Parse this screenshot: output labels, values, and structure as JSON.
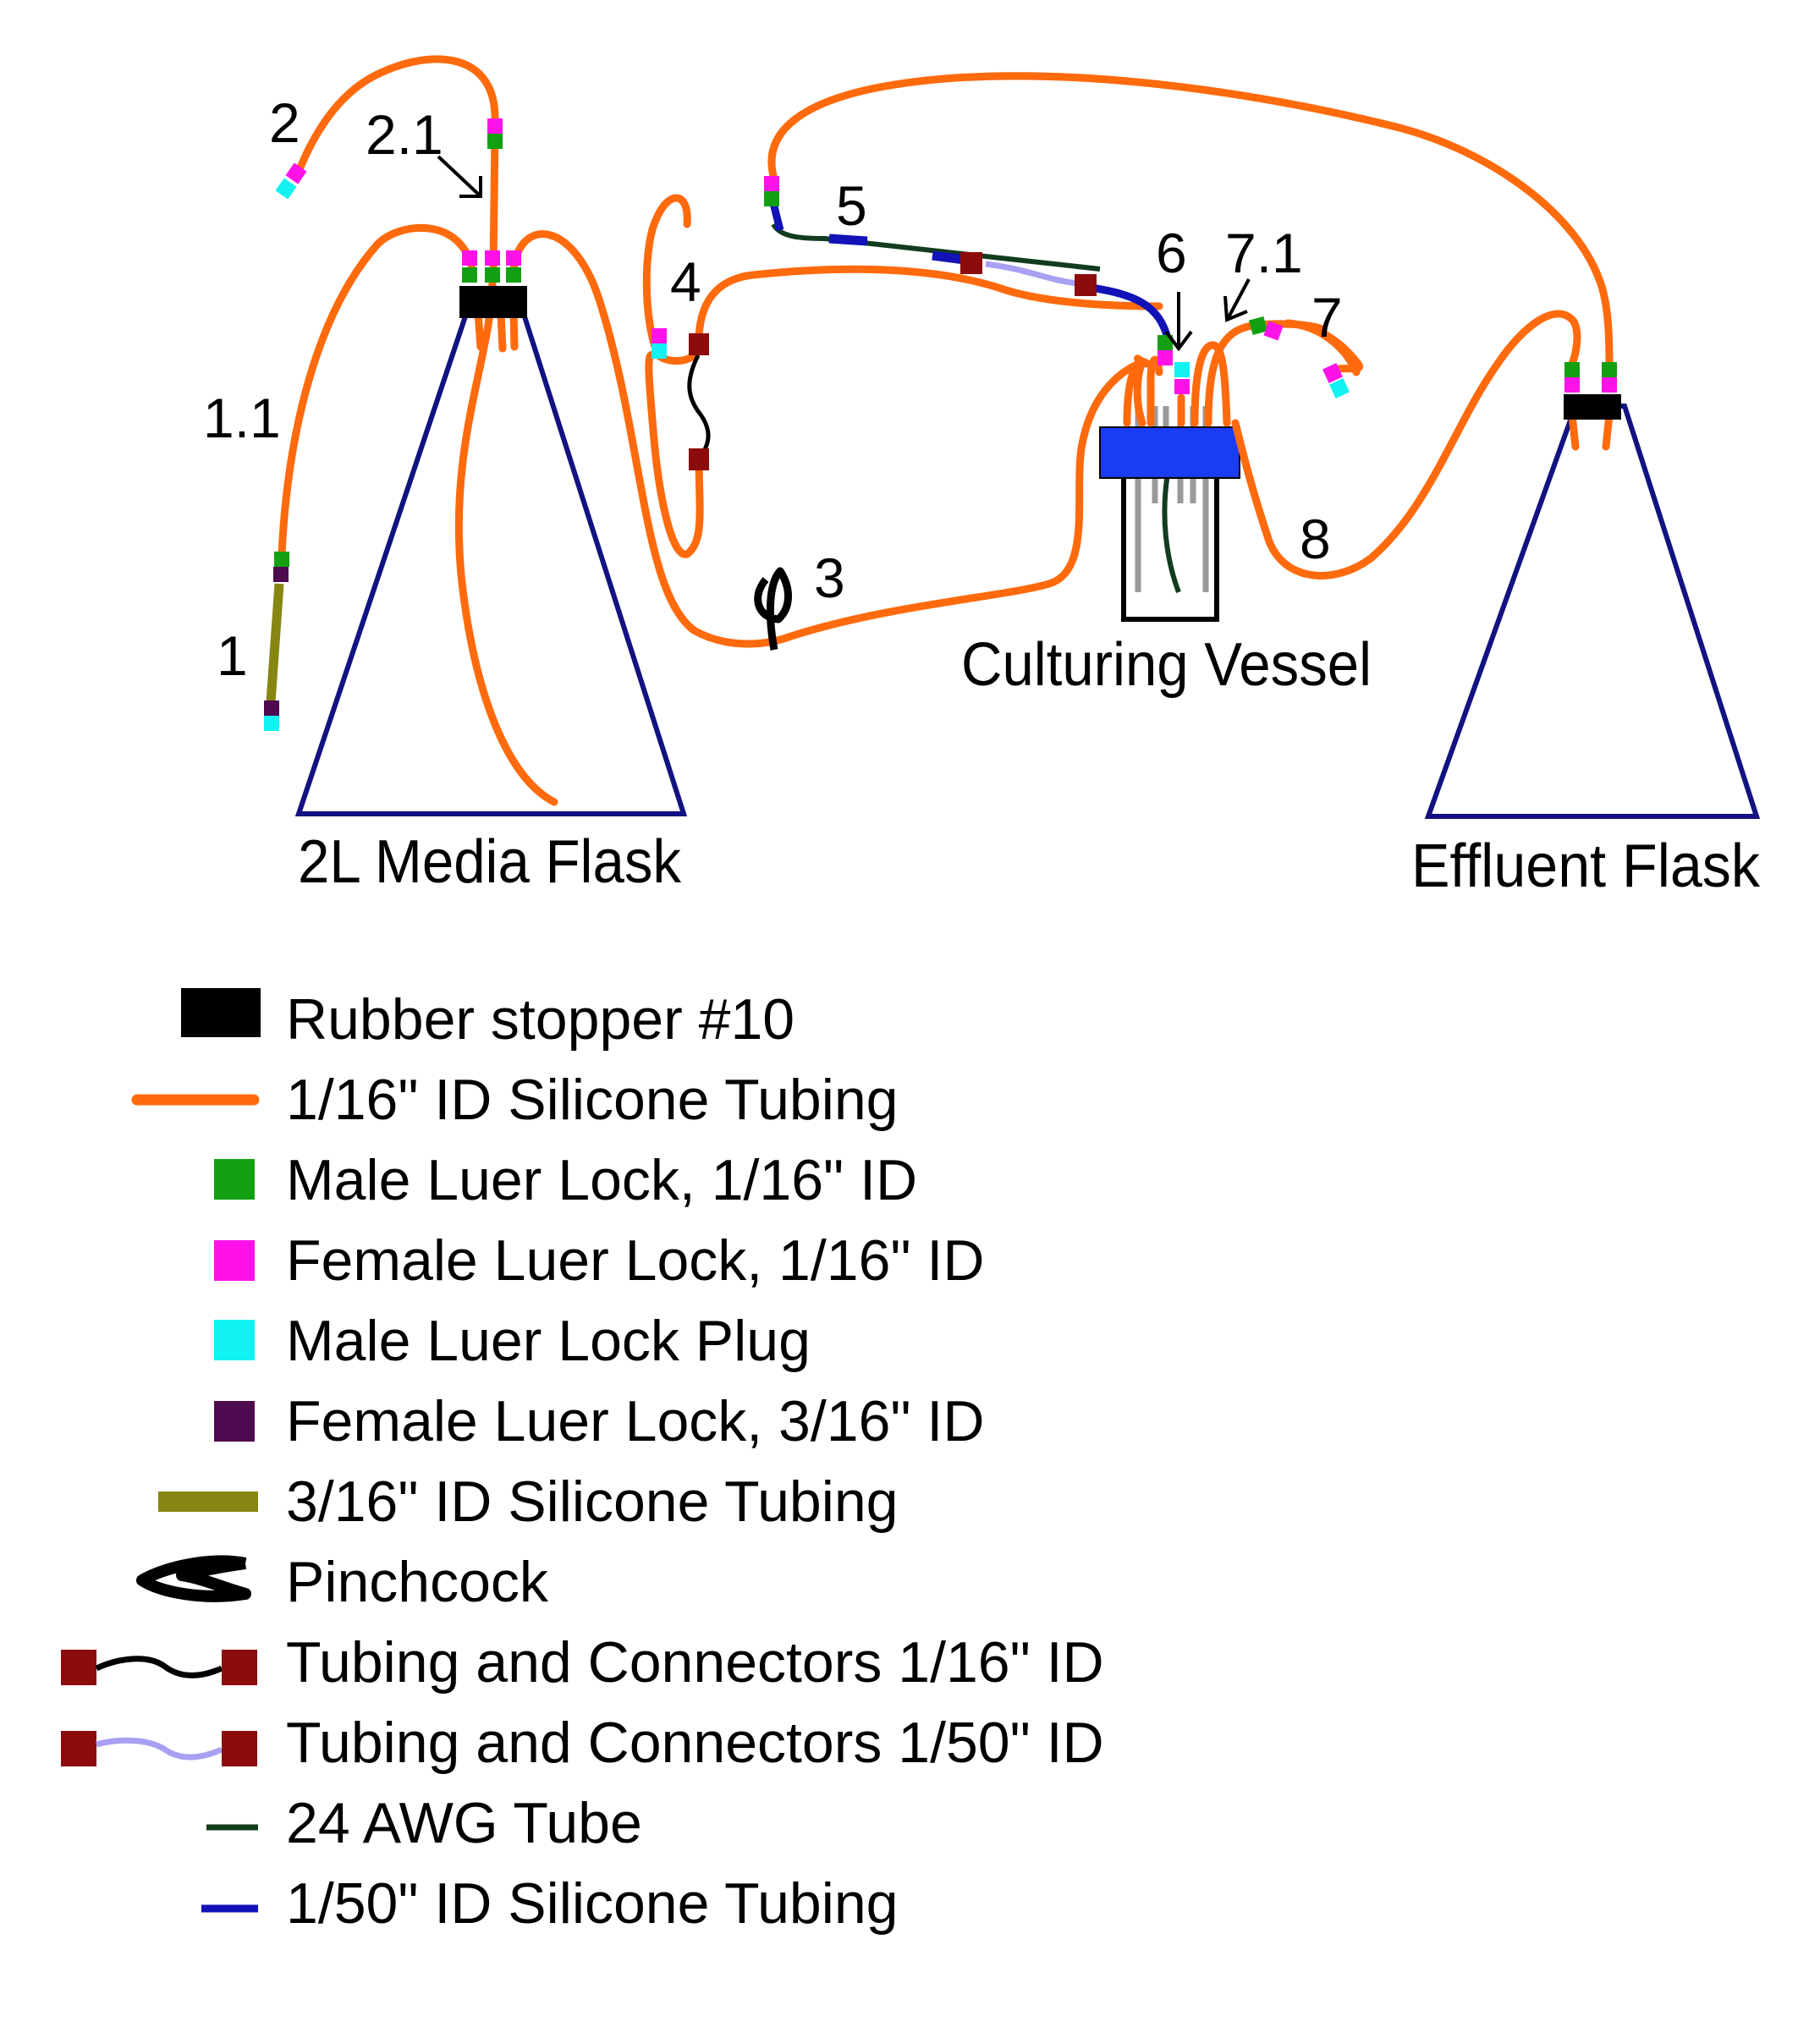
{
  "colors": {
    "orange_tubing": "#ff6a0d",
    "flask_outline": "#121281",
    "male_luer": "#12a012",
    "female_luer": "#ff12e8",
    "male_plug": "#12f2f2",
    "female_luer_316": "#4e0a4e",
    "tubing_316": "#868612",
    "connector": "#8c0c0c",
    "tubing_150_connectors": "#a8a0f2",
    "awg_tube": "#123c1e",
    "tubing_150_silicone": "#1212b8",
    "vessel_cap": "#1a3cf2"
  },
  "labels": {
    "n1": "1",
    "n1_1": "1.1",
    "n2": "2",
    "n2_1": "2.1",
    "n3": "3",
    "n4": "4",
    "n5": "5",
    "n6": "6",
    "n7": "7",
    "n7_1": "7.1",
    "n8": "8",
    "media_flask": "2L Media Flask",
    "culturing_vessel": "Culturing Vessel",
    "effluent_flask": "Effluent Flask"
  },
  "legend": [
    {
      "symbol": "rubber-stopper",
      "label": "Rubber stopper #10"
    },
    {
      "symbol": "tubing-116-silicone",
      "label": "1/16\" ID Silicone Tubing"
    },
    {
      "symbol": "male-luer-lock",
      "label": "Male Luer Lock, 1/16\" ID"
    },
    {
      "symbol": "female-luer-lock",
      "label": "Female Luer Lock, 1/16\" ID"
    },
    {
      "symbol": "male-luer-plug",
      "label": "Male Luer Lock Plug"
    },
    {
      "symbol": "female-luer-lock-316",
      "label": "Female Luer Lock, 3/16\" ID"
    },
    {
      "symbol": "tubing-316-silicone",
      "label": "3/16\" ID Silicone Tubing"
    },
    {
      "symbol": "pinchcock",
      "label": "Pinchcock"
    },
    {
      "symbol": "tubing-connectors-116",
      "label": "Tubing and Connectors 1/16\" ID"
    },
    {
      "symbol": "tubing-connectors-150",
      "label": "Tubing and Connectors 1/50\" ID"
    },
    {
      "symbol": "awg-tube",
      "label": "24 AWG Tube"
    },
    {
      "symbol": "tubing-150-silicone",
      "label": "1/50\" ID Silicone Tubing"
    }
  ]
}
